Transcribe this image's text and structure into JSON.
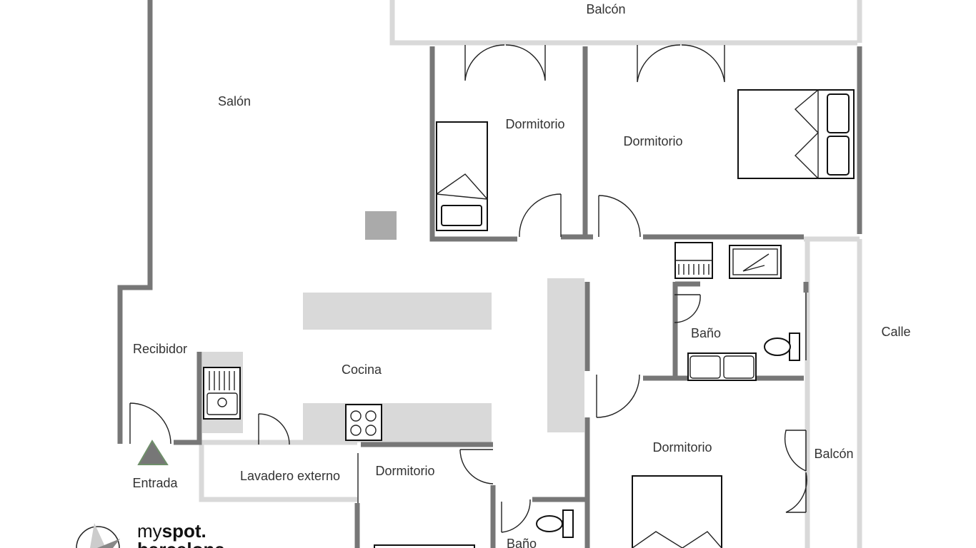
{
  "rooms": {
    "balcon_top": "Balcón",
    "salon": "Salón",
    "dormitorio_1": "Dormitorio",
    "dormitorio_2": "Dormitorio",
    "recibidor": "Recibidor",
    "cocina": "Cocina",
    "bano_1": "Baño",
    "calle": "Calle",
    "entrada": "Entrada",
    "lavadero": "Lavadero externo",
    "dormitorio_3": "Dormitorio",
    "dormitorio_4": "Dormitorio",
    "balcon_right": "Balcón",
    "bano_2": "Baño"
  },
  "logo": {
    "line1_light": "my",
    "line1_bold": "spot.",
    "line2": "barcelona"
  },
  "colors": {
    "entrance_marker": "#6f8f6a",
    "wall_dark": "#777777",
    "wall_light": "#d9d9d9"
  }
}
